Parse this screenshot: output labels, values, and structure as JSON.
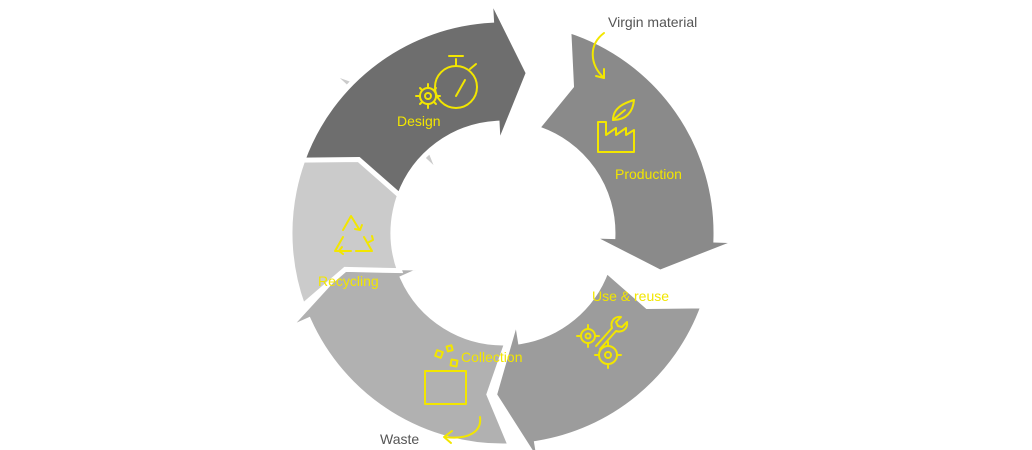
{
  "segments": [
    {
      "label": "Design",
      "color": "#6e6e6e",
      "icon": "stopwatch-gear-icon"
    },
    {
      "label": "Production",
      "color": "#8a8a8a",
      "icon": "factory-leaf-icon"
    },
    {
      "label": "Use & reuse",
      "color": "#9c9c9c",
      "icon": "gears-wrench-icon"
    },
    {
      "label": "Collection",
      "color": "#b1b1b1",
      "icon": "bin-icon"
    },
    {
      "label": "Recycling",
      "color": "#cbcbcb",
      "icon": "recycle-icon"
    }
  ],
  "external": {
    "input_label": "Virgin material",
    "output_label": "Waste"
  },
  "colors": {
    "accent": "#f2e600",
    "external_text": "#555555",
    "background": "#ffffff"
  }
}
